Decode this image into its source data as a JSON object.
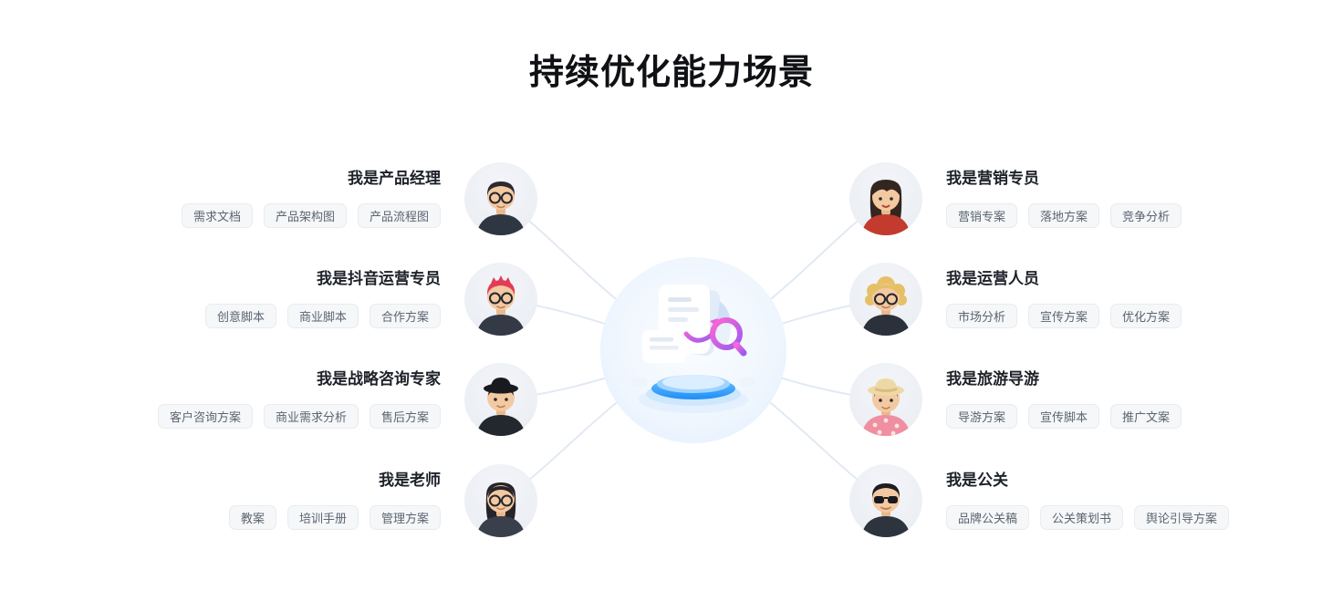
{
  "page": {
    "title": "持续优化能力场景"
  },
  "illustration": {
    "name": "document-search-on-glowing-platform"
  },
  "personas": {
    "left": [
      {
        "name": "我是产品经理",
        "avatar": "man-short-dark-hair-glasses",
        "tags": [
          "需求文档",
          "产品架构图",
          "产品流程图"
        ]
      },
      {
        "name": "我是抖音运营专员",
        "avatar": "man-red-hair-glasses",
        "tags": [
          "创意脚本",
          "商业脚本",
          "合作方案"
        ]
      },
      {
        "name": "我是战略咨询专家",
        "avatar": "man-black-hat",
        "tags": [
          "客户咨询方案",
          "商业需求分析",
          "售后方案"
        ]
      },
      {
        "name": "我是老师",
        "avatar": "woman-long-dark-hair-glasses",
        "tags": [
          "教案",
          "培训手册",
          "管理方案"
        ]
      }
    ],
    "right": [
      {
        "name": "我是营销专员",
        "avatar": "woman-long-dark-hair-red-top",
        "tags": [
          "营销专案",
          "落地方案",
          "竞争分析"
        ]
      },
      {
        "name": "我是运营人员",
        "avatar": "person-blonde-curly-glasses",
        "tags": [
          "市场分析",
          "宣传方案",
          "优化方案"
        ]
      },
      {
        "name": "我是旅游导游",
        "avatar": "person-straw-hat-floral",
        "tags": [
          "导游方案",
          "宣传脚本",
          "推广文案"
        ]
      },
      {
        "name": "我是公关",
        "avatar": "person-sunglasses",
        "tags": [
          "品牌公关稿",
          "公关策划书",
          "舆论引导方案"
        ]
      }
    ]
  }
}
